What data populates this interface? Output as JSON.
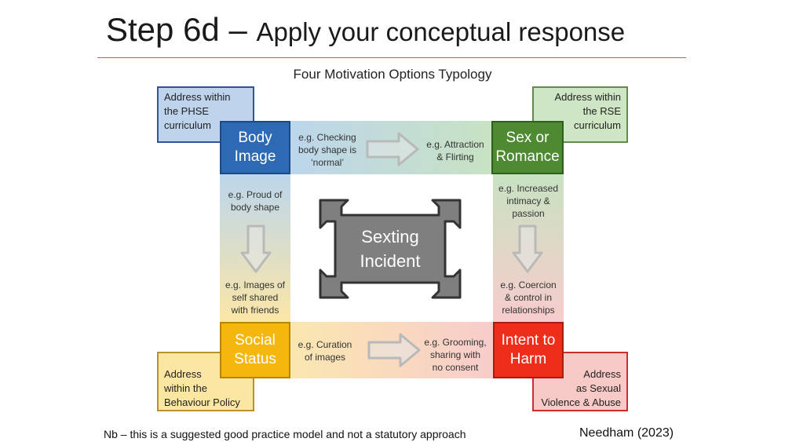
{
  "slide": {
    "title_step": "Step 6d",
    "title_dash": " – ",
    "title_rest": "Apply your conceptual response",
    "subtitle": "Four Motivation Options Typology"
  },
  "notes": {
    "top_left": [
      "Address within",
      "the PHSE",
      "curriculum"
    ],
    "top_right": [
      "Address within",
      "the RSE",
      "curriculum"
    ],
    "bottom_left": [
      "Address",
      "within the",
      "Behaviour Policy"
    ],
    "bottom_right": [
      "Address",
      "as Sexual",
      "Violence & Abuse"
    ]
  },
  "boxes": {
    "body_image": [
      "Body",
      "Image"
    ],
    "sex_romance": [
      "Sex or",
      "Romance"
    ],
    "social_status": [
      "Social",
      "Status"
    ],
    "intent_harm": [
      "Intent to",
      "Harm"
    ]
  },
  "labels": {
    "top_start": [
      "e.g. Checking",
      "body shape is",
      "‘normal’"
    ],
    "top_end": [
      "e.g. Attraction",
      "& Flirting"
    ],
    "left_start": [
      "e.g. Proud of",
      "body shape"
    ],
    "left_end": [
      "e.g. Images of",
      "self shared",
      "with friends"
    ],
    "right_start": [
      "e.g. Increased",
      "intimacy &",
      "passion"
    ],
    "right_end": [
      "e.g. Coercion",
      "& control in",
      "relationships"
    ],
    "bottom_start": [
      "e.g. Curation",
      "of images"
    ],
    "bottom_end": [
      "e.g. Grooming,",
      "sharing with",
      "no consent"
    ]
  },
  "center": [
    "Sexting",
    "Incident"
  ],
  "footer": {
    "note": "Nb – this is a suggested good practice model and not a statutory approach",
    "citation": "Needham (2023)"
  },
  "colors": {
    "body_image": "#2e6ab3",
    "sex_romance": "#4d8a32",
    "social_status": "#f5b70e",
    "intent_harm": "#ee2e1b",
    "center": "#7f7f7f"
  },
  "icons": {
    "flow_arrows": "outline-block-arrow",
    "center_shape": "four-way-arrow"
  }
}
